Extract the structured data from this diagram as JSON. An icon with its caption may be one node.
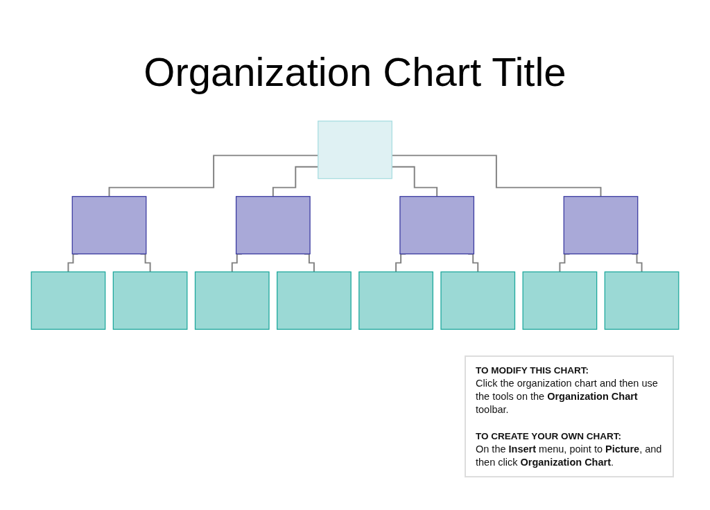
{
  "diagram": {
    "title": "Organization Chart Title",
    "nodes": [
      {
        "text": [],
        "shape": "box"
      },
      {
        "text": [],
        "shape": "box"
      },
      {
        "text": [],
        "shape": "box"
      },
      {
        "text": [],
        "shape": "box"
      },
      {
        "text": [],
        "shape": "box"
      },
      {
        "text": [],
        "shape": "box"
      },
      {
        "text": [],
        "shape": "box"
      },
      {
        "text": [],
        "shape": "box"
      },
      {
        "text": [],
        "shape": "box"
      },
      {
        "text": [],
        "shape": "box"
      },
      {
        "text": [],
        "shape": "box"
      },
      {
        "text": [],
        "shape": "box"
      },
      {
        "text": [],
        "shape": "box"
      }
    ],
    "edges": [
      {
        "from": 0,
        "to": 1,
        "arrow": "none"
      },
      {
        "from": 0,
        "to": 2,
        "arrow": "none"
      },
      {
        "from": 0,
        "to": 3,
        "arrow": "none"
      },
      {
        "from": 0,
        "to": 4,
        "arrow": "none"
      },
      {
        "from": 1,
        "to": 5,
        "arrow": "none"
      },
      {
        "from": 1,
        "to": 6,
        "arrow": "none"
      },
      {
        "from": 2,
        "to": 7,
        "arrow": "none"
      },
      {
        "from": 2,
        "to": 8,
        "arrow": "none"
      },
      {
        "from": 3,
        "to": 9,
        "arrow": "none"
      },
      {
        "from": 3,
        "to": 10,
        "arrow": "none"
      },
      {
        "from": 4,
        "to": 11,
        "arrow": "none"
      },
      {
        "from": 4,
        "to": 12,
        "arrow": "none"
      }
    ],
    "labels": [
      "TO MODIFY THIS CHART:",
      "Click the organization chart and then use the tools on the **Organization Chart** toolbar.",
      "TO CREATE YOUR OWN CHART:",
      "On the **Insert** menu, point to **Picture**, and then click **Organization Chart**."
    ]
  }
}
